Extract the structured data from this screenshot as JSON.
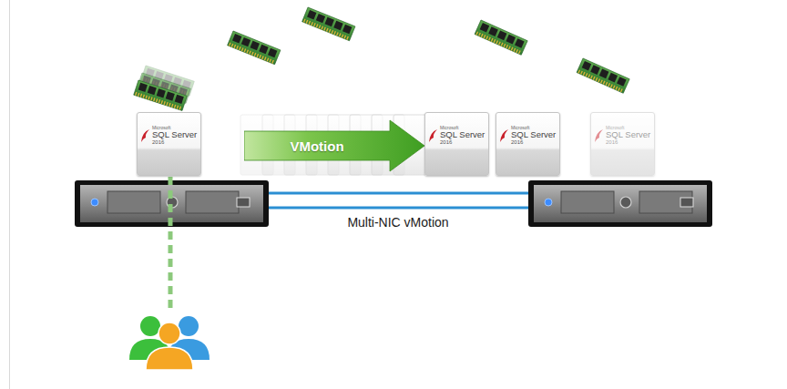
{
  "diagram": {
    "nodes": [
      {
        "text": [
          "Microsoft",
          "SQL Server",
          "2016"
        ]
      },
      {
        "text": [
          "VMotion"
        ]
      },
      {
        "text": [
          "Microsoft",
          "SQL Server",
          "2016"
        ]
      },
      {
        "text": [
          "Microsoft",
          "SQL Server",
          "2016"
        ]
      },
      {
        "text": [
          "Microsoft",
          "SQL Server",
          "2016"
        ]
      }
    ],
    "labels": [
      "Multi-NIC vMotion"
    ]
  }
}
